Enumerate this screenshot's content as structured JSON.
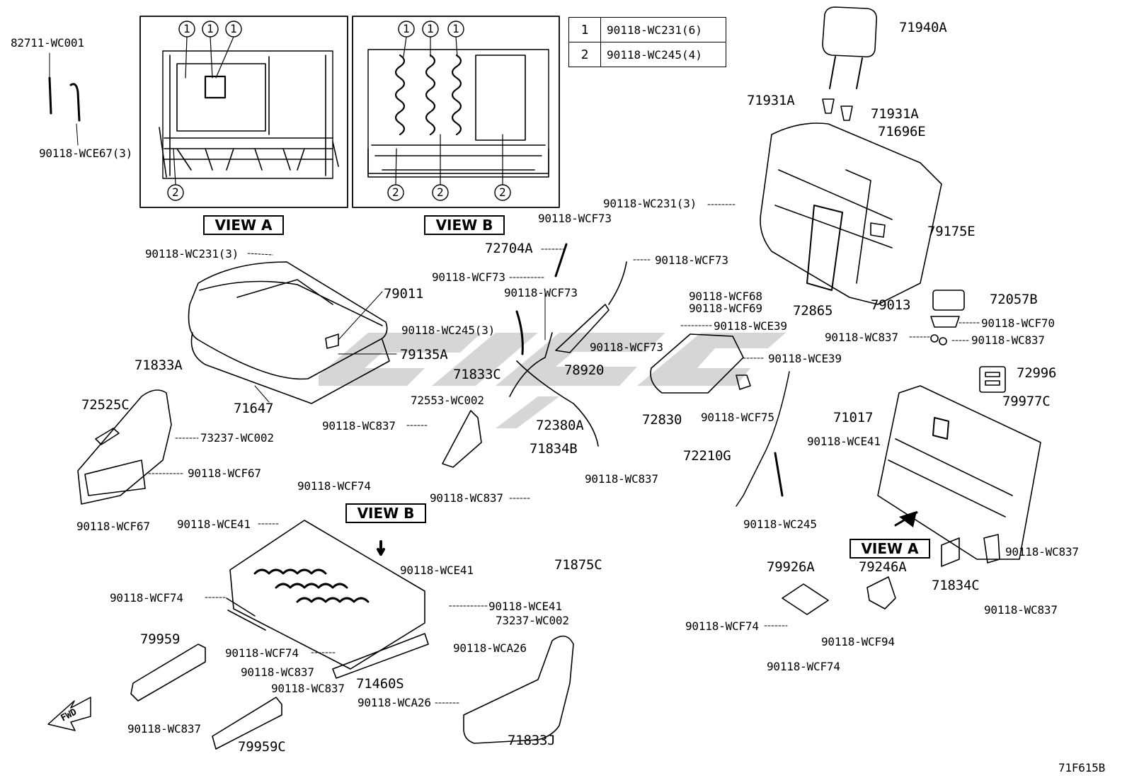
{
  "diagram_code": "71F615B",
  "direction_marker": "FWD",
  "view_labels": {
    "view_a": "VIEW A",
    "view_b": "VIEW B"
  },
  "legend": [
    {
      "key": "1",
      "part": "90118-WC231(6)"
    },
    {
      "key": "2",
      "part": "90118-WC245(4)"
    }
  ],
  "callout_marks": {
    "one": "1",
    "two": "2"
  },
  "parts": {
    "p82711_wc001": "82711-WC001",
    "p90118_wce67_3": "90118-WCE67(3)",
    "p90118_wc231_3_a": "90118-WC231(3)",
    "p79011": "79011",
    "p79135a": "79135A",
    "p71647": "71647",
    "p71833a": "71833A",
    "p72525c": "72525C",
    "p73237_wc002_a": "73237-WC002",
    "p90118_wcf67_a": "90118-WCF67",
    "p90118_wcf67_b": "90118-WCF67",
    "p71833c": "71833C",
    "p72553_wc002": "72553-WC002",
    "p90118_wc837_a": "90118-WC837",
    "p90118_wcf73_a": "90118-WCF73",
    "p72704a": "72704A",
    "p90118_wcf73_b": "90118-WCF73",
    "p90118_wcf73_c": "90118-WCF73",
    "p90118_wc245_3": "90118-WC245(3)",
    "p90118_wcf73_d": "90118-WCF73",
    "p90118_wcf73_e": "90118-WCF73",
    "p78920": "78920",
    "p72380a": "72380A",
    "p71834b": "71834B",
    "p90118_wc837_b": "90118-WC837",
    "p90118_wc837_c": "90118-WC837",
    "p71875c": "71875C",
    "p90118_wcf68": "90118-WCF68",
    "p90118_wcf69": "90118-WCF69",
    "p90118_wce39_a": "90118-WCE39",
    "p90118_wce39_b": "90118-WCE39",
    "p72830": "72830",
    "p90118_wcf75": "90118-WCF75",
    "p72210g": "72210G",
    "p90118_wc245": "90118-WC245",
    "p90118_wc231_3_b": "90118-WC231(3)",
    "p71940a": "71940A",
    "p71931a_a": "71931A",
    "p71931a_b": "71931A",
    "p71696e": "71696E",
    "p79175e": "79175E",
    "p72865": "72865",
    "p79013": "79013",
    "p72057b": "72057B",
    "p90118_wcf70": "90118-WCF70",
    "p90118_wc837_d": "90118-WC837",
    "p90118_wc837_e": "90118-WC837",
    "p72996": "72996",
    "p71017": "71017",
    "p79977c": "79977C",
    "p90118_wce41_a": "90118-WCE41",
    "p71834c": "71834C",
    "p90118_wc837_f": "90118-WC837",
    "p90118_wc837_g": "90118-WC837",
    "p79926a": "79926A",
    "p79246a": "79246A",
    "p90118_wcf74_a": "90118-WCF74",
    "p90118_wcf94": "90118-WCF94",
    "p90118_wcf74_b": "90118-WCF74",
    "p90118_wcf74_c": "90118-WCF74",
    "p90118_wce41_b": "90118-WCE41",
    "p90118_wcf74_d": "90118-WCF74",
    "p90118_wce41_c": "90118-WCE41",
    "p90118_wce41_d": "90118-WCE41",
    "p73237_wc002_b": "73237-WC002",
    "p90118_wcf74_e": "90118-WCF74",
    "p90118_wca26_a": "90118-WCA26",
    "p90118_wca26_b": "90118-WCA26",
    "p79959": "79959",
    "p90118_wc837_h": "90118-WC837",
    "p90118_wc837_i": "90118-WC837",
    "p90118_wc837_j": "90118-WC837",
    "p71460s": "71460S",
    "p79959c": "79959C",
    "p71833j": "71833J"
  }
}
